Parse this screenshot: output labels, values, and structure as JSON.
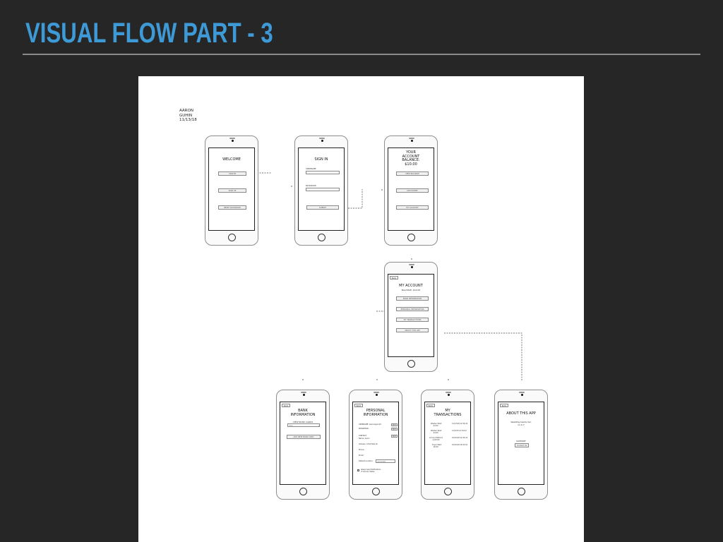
{
  "slide": {
    "title": "VISUAL FLOW PART - 3"
  },
  "author": {
    "lines": [
      "AARON",
      "GUHIN",
      "11/13/18"
    ]
  },
  "screens": {
    "welcome": {
      "title": "WELCOME",
      "buttons": [
        "SIGN IN",
        "SIGN UP",
        "RESET PASSWORD"
      ]
    },
    "signin": {
      "title": "SIGN IN",
      "username_label": "USERNAME",
      "password_label": "PASSWORD",
      "submit": "SUBMIT"
    },
    "balance": {
      "title_lines": [
        "YOUR",
        "ACCOUNT",
        "BALANCE:",
        "$10.00"
      ],
      "buttons": [
        "VIEW BALANCE",
        "ADD MONEY",
        "MY ACCOUNT"
      ]
    },
    "account": {
      "back": "BACK",
      "title": "MY ACCOUNT",
      "subtitle": "BALANCE: $10.00",
      "buttons": [
        "BANK INFORMATION",
        "PERSONAL INFORMATION",
        "MY TRANSACTIONS",
        "ABOUT THIS APP"
      ]
    },
    "bank": {
      "back": "BACK",
      "title_lines": [
        "BANK",
        "INFORMATION"
      ],
      "label": "VIEW BANK CARDS",
      "select_value": "VISA",
      "add_button": "ADD NEW BANK CARD"
    },
    "personal": {
      "back": "BACK",
      "title_lines": [
        "PERSONAL",
        "INFORMATION"
      ],
      "username": "USERNAME: AaronAguin22",
      "password": "PASSWORD:",
      "contact": "CONTACT",
      "name": "Name: Aaron",
      "address": "Address: 1234 Fake St.",
      "phone": "Phone:",
      "email": "Email:",
      "default_location": "Default Location:",
      "location_value": "LOCATION",
      "edit": "EDIT",
      "checkbox_lines": [
        "Always Send Notifications",
        "of Laundry Status"
      ]
    },
    "transactions": {
      "back": "BACK",
      "title_lines": [
        "MY",
        "TRANSACTIONS"
      ],
      "rows": [
        [
          "Washer Start",
          "-$1.00",
          "11/13/18 12:34:22"
        ],
        [
          "Washer Start",
          "-$1.00",
          "11/1/18 12:34:22"
        ],
        [
          "Account Refund",
          "+$10.00",
          "10/10/18 12:34:22"
        ],
        [
          "Dryer Start",
          "$0.00",
          "10/10/18 16:32:01"
        ]
      ]
    },
    "about": {
      "back": "BACK",
      "title": "ABOUT THIS APP",
      "lines": [
        "WashPayments Ver.",
        "v1.0.7"
      ],
      "support_label": "SUPPORT",
      "contact_button": "Contact Us"
    }
  }
}
